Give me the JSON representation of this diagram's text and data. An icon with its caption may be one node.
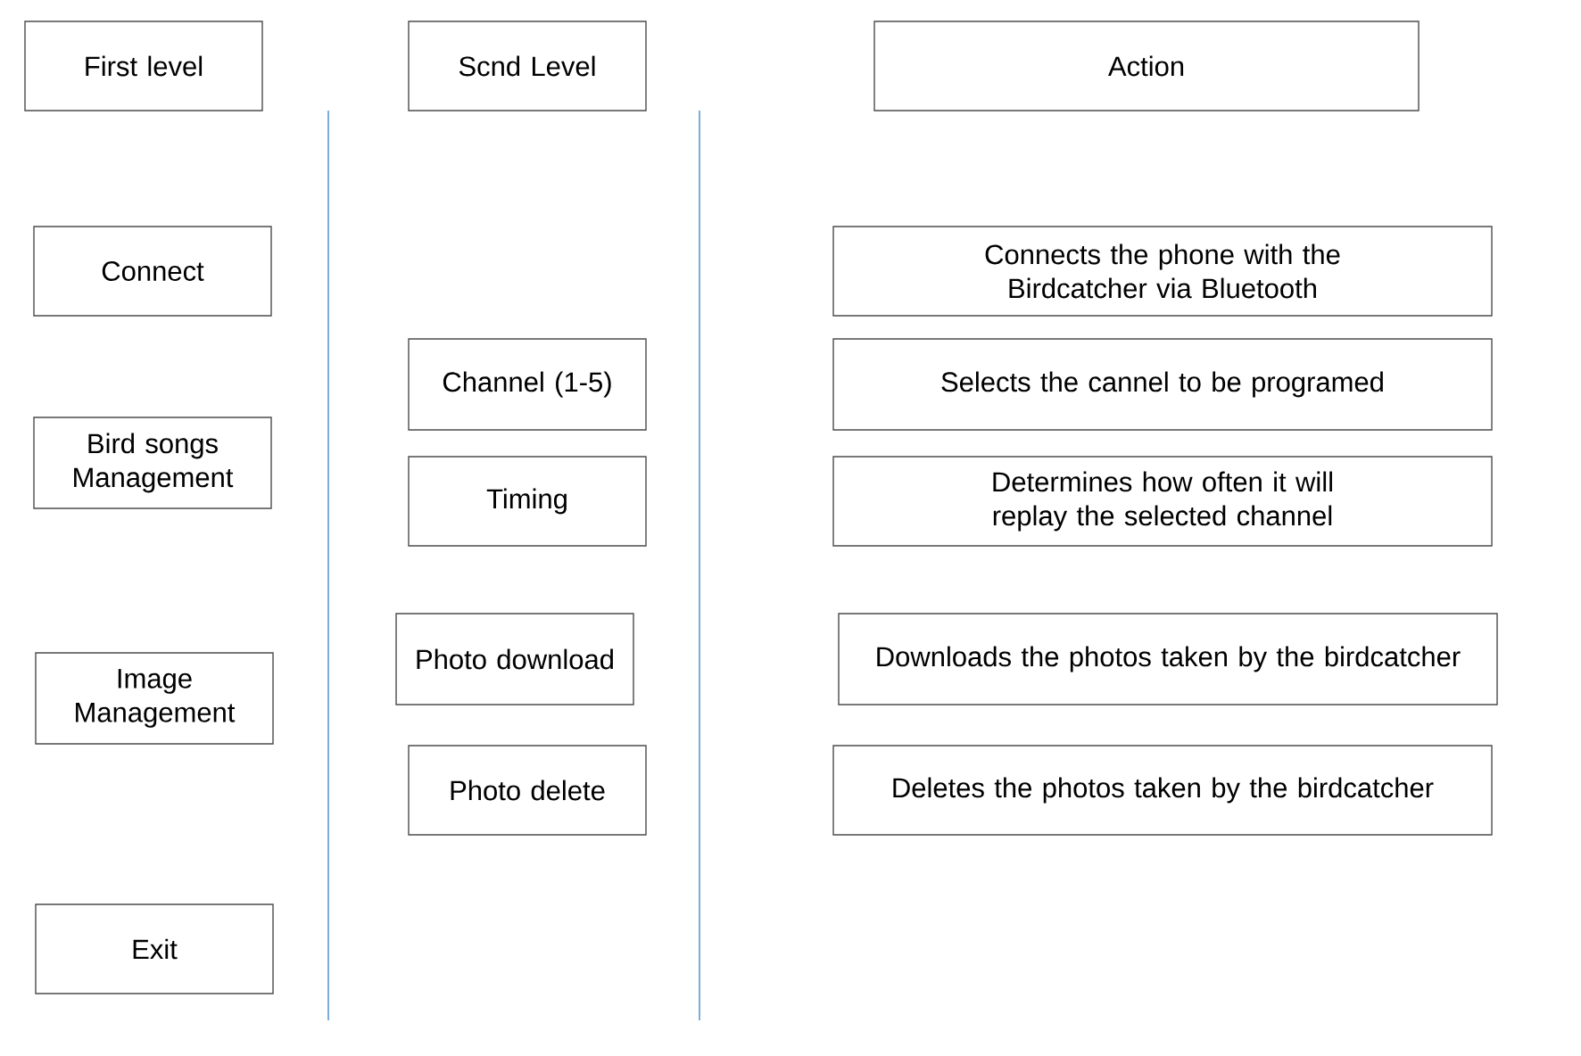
{
  "diagram": {
    "nodes": [
      {
        "text": [
          "First level"
        ]
      },
      {
        "text": [
          "Scnd Level"
        ]
      },
      {
        "text": [
          "Action"
        ]
      },
      {
        "text": [
          "Connect"
        ]
      },
      {
        "text": [
          "Bird songs Management"
        ]
      },
      {
        "text": [
          "Image Management"
        ]
      },
      {
        "text": [
          "Exit"
        ]
      },
      {
        "text": [
          "Channel (1-5)"
        ]
      },
      {
        "text": [
          "Timing"
        ]
      },
      {
        "text": [
          "Photo download"
        ]
      },
      {
        "text": [
          "Photo delete"
        ]
      },
      {
        "text": [
          "Connects the phone with the Birdcatcher via Bluetooth"
        ]
      },
      {
        "text": [
          "Selects the cannel to be programed"
        ]
      },
      {
        "text": [
          "Determines how often it will replay the selected channel"
        ]
      },
      {
        "text": [
          "Downloads the photos taken by the birdcatcher"
        ]
      },
      {
        "text": [
          "Deletes the photos taken by the birdcatcher"
        ]
      }
    ]
  }
}
